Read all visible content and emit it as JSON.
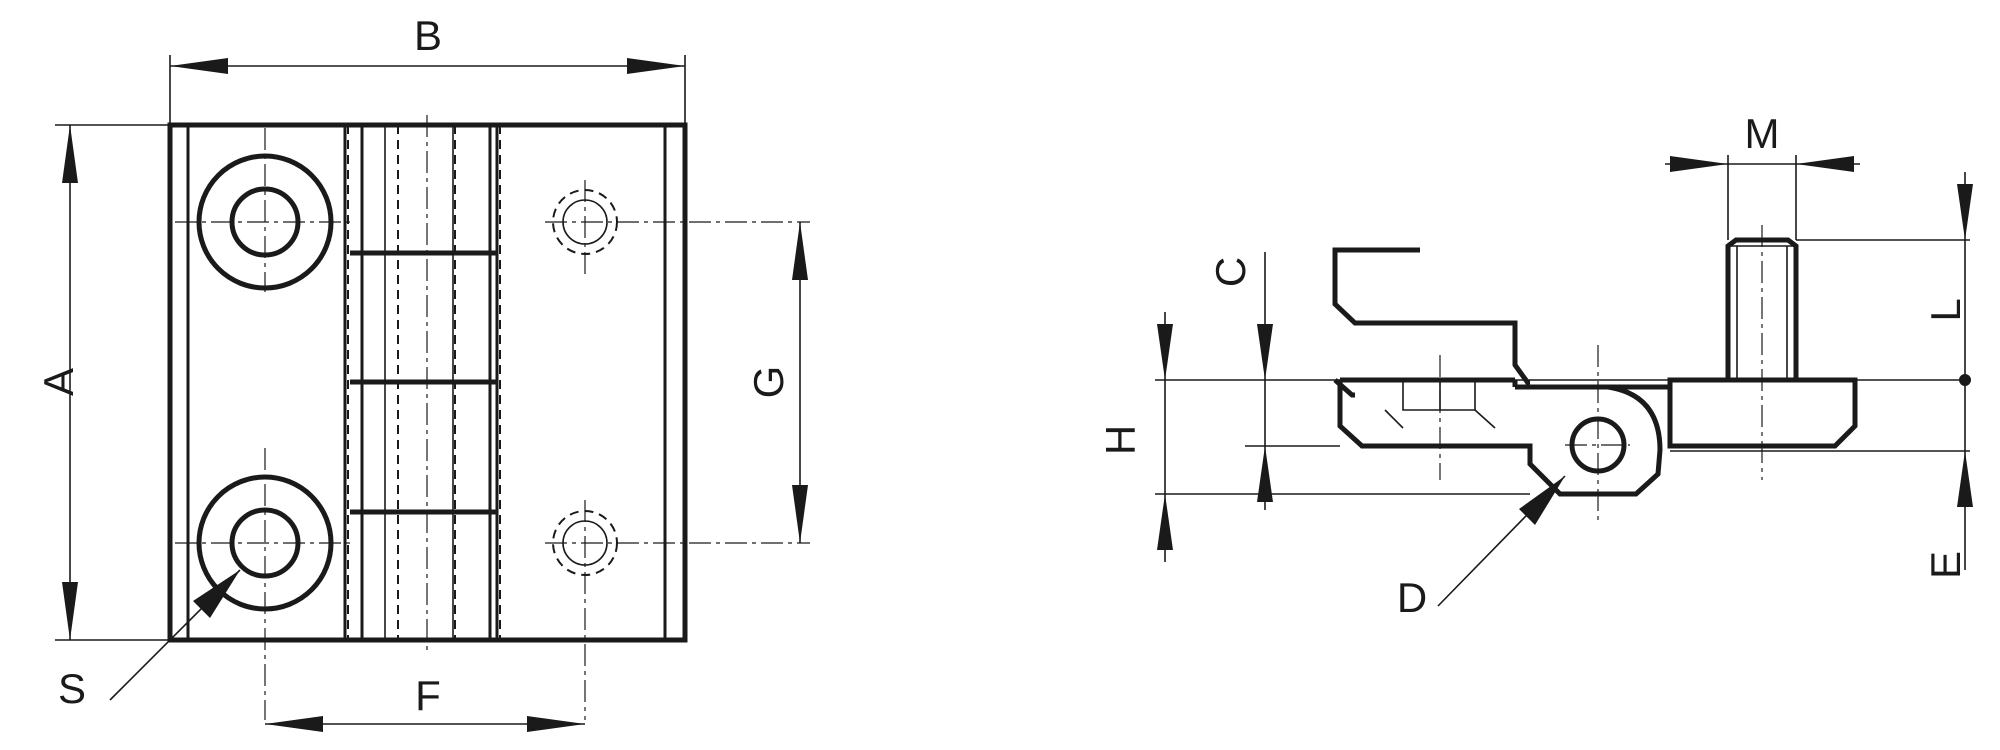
{
  "front_view": {
    "dimensions": {
      "A": "A",
      "B": "B",
      "F": "F",
      "G": "G",
      "S": "S"
    }
  },
  "side_view": {
    "dimensions": {
      "C": "C",
      "D": "D",
      "E": "E",
      "H": "H",
      "L": "L",
      "M": "M"
    }
  },
  "colors": {
    "line": "#1a1a1a",
    "background": "#ffffff"
  }
}
